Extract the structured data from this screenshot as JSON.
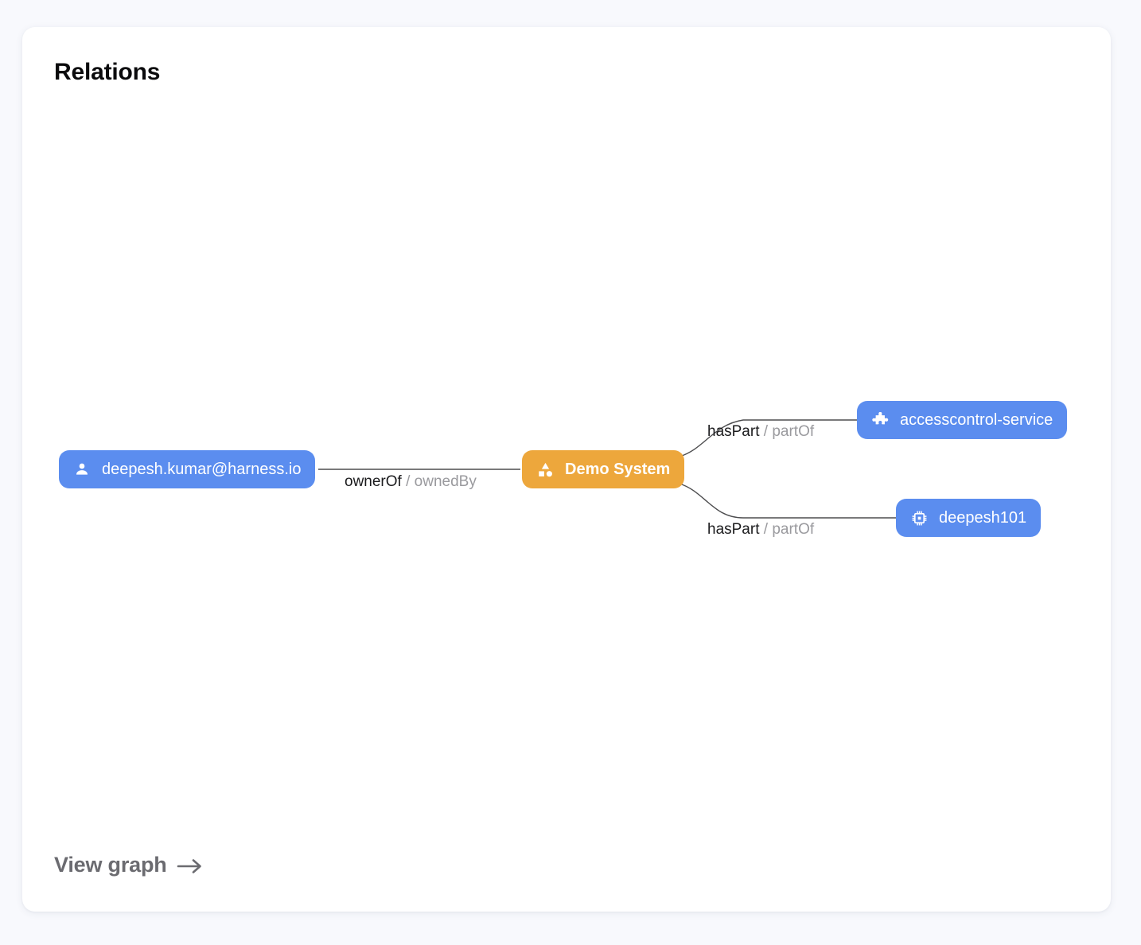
{
  "card": {
    "title": "Relations",
    "footer_link": {
      "label": "View graph",
      "icon": "arrow-right-icon"
    }
  },
  "graph": {
    "nodes": [
      {
        "id": "user",
        "label": "deepesh.kumar@harness.io",
        "icon": "person-icon",
        "kind": "user",
        "color": "#5b8def",
        "text_color": "#ffffff"
      },
      {
        "id": "system",
        "label": "Demo System",
        "icon": "shapes-icon",
        "kind": "system",
        "color": "#eda73c",
        "text_color": "#ffffff"
      },
      {
        "id": "component",
        "label": "accesscontrol-service",
        "icon": "puzzle-piece-icon",
        "kind": "component",
        "color": "#5b8def",
        "text_color": "#ffffff"
      },
      {
        "id": "resource",
        "label": "deepesh101",
        "icon": "chip-icon",
        "kind": "resource",
        "color": "#5b8def",
        "text_color": "#ffffff"
      }
    ],
    "edges": [
      {
        "id": "edge-owner",
        "source": "user",
        "target": "system",
        "forward": "ownerOf",
        "separator": "/",
        "reverse": "ownedBy"
      },
      {
        "id": "edge-haspart-component",
        "source": "system",
        "target": "component",
        "forward": "hasPart",
        "separator": "/",
        "reverse": "partOf"
      },
      {
        "id": "edge-haspart-resource",
        "source": "system",
        "target": "resource",
        "forward": "hasPart",
        "separator": "/",
        "reverse": "partOf"
      }
    ],
    "edge_color": "#4d4d4f"
  }
}
